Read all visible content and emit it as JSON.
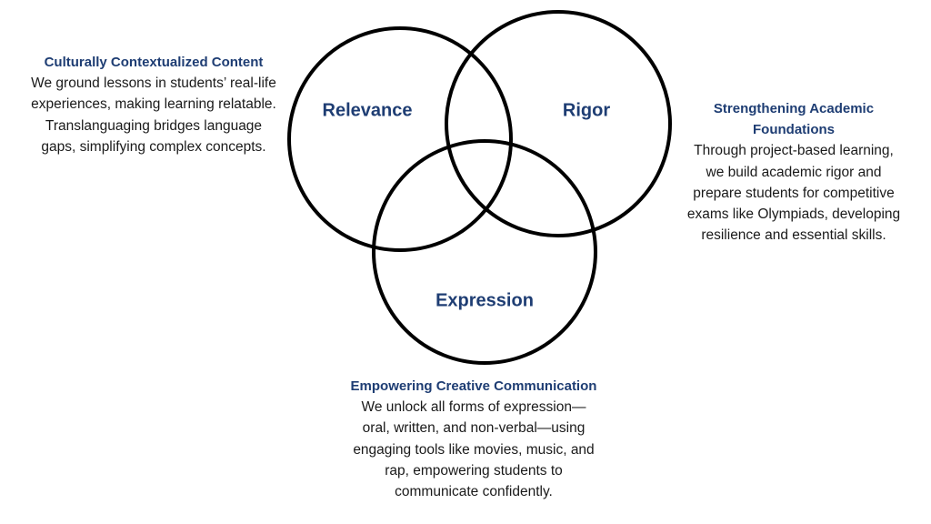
{
  "circles": [
    {
      "label": "Relevance"
    },
    {
      "label": "Rigor"
    },
    {
      "label": "Expression"
    }
  ],
  "blocks": {
    "left": {
      "title": "Culturally Contextualized Content",
      "lines": [
        "We ground lessons in students’ real-life",
        "experiences, making learning relatable.",
        "Translanguaging bridges language",
        "gaps, simplifying complex concepts."
      ]
    },
    "right": {
      "title": [
        "Strengthening Academic",
        "Foundations"
      ],
      "lines": [
        "Through project-based learning,",
        "we build academic rigor and",
        "prepare students for competitive",
        "exams like Olympiads, developing",
        "resilience and essential skills."
      ]
    },
    "bottom": {
      "title": "Empowering Creative Communication",
      "lines": [
        "We unlock all forms of expression—",
        "oral, written, and non-verbal—using",
        "engaging tools like movies, music, and",
        "rap, empowering students to",
        "communicate confidently."
      ]
    }
  },
  "colors": {
    "accent": "#1e3d73",
    "stroke": "#000000"
  }
}
